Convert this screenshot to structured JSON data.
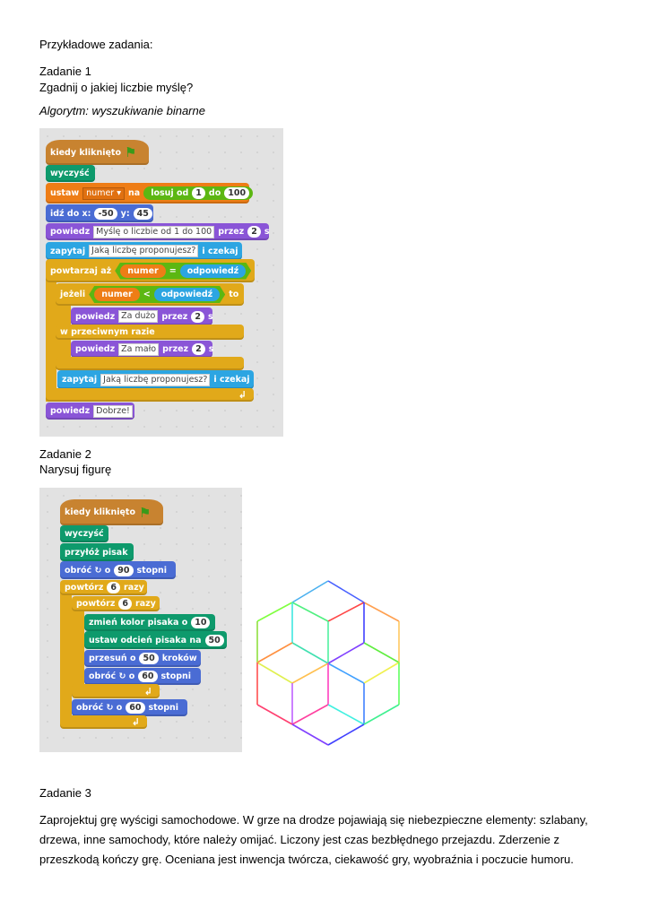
{
  "intro": "Przykładowe zadania:",
  "task1": {
    "title": "Zadanie 1",
    "subtitle": "Zgadnij o jakiej liczbie myślę?",
    "algorithm": "Algorytm: wyszukiwanie binarne",
    "blocks": [
      {
        "cat": "event",
        "parts": [
          {
            "k": "t",
            "v": "kiedy kliknięto"
          },
          {
            "k": "flag",
            "v": "green-flag-icon"
          }
        ]
      },
      {
        "cat": "pen",
        "parts": [
          {
            "k": "t",
            "v": "wyczyść"
          }
        ]
      },
      {
        "cat": "data",
        "parts": [
          {
            "k": "t",
            "v": "ustaw"
          },
          {
            "k": "drop",
            "v": "numer ▾"
          },
          {
            "k": "t",
            "v": "na"
          },
          {
            "k": "op",
            "parts": [
              {
                "k": "t",
                "v": "losuj od"
              },
              {
                "k": "n",
                "v": "1"
              },
              {
                "k": "t",
                "v": "do"
              },
              {
                "k": "n",
                "v": "100"
              }
            ]
          }
        ]
      },
      {
        "cat": "motion",
        "parts": [
          {
            "k": "t",
            "v": "idź do x:"
          },
          {
            "k": "n",
            "v": "-50"
          },
          {
            "k": "t",
            "v": "y:"
          },
          {
            "k": "n",
            "v": "45"
          }
        ]
      },
      {
        "cat": "looks",
        "parts": [
          {
            "k": "t",
            "v": "powiedz"
          },
          {
            "k": "f",
            "v": "Myślę o liczbie od 1 do 100"
          },
          {
            "k": "t",
            "v": "przez"
          },
          {
            "k": "n",
            "v": "2"
          },
          {
            "k": "t",
            "v": "s"
          }
        ]
      },
      {
        "cat": "sensing",
        "parts": [
          {
            "k": "t",
            "v": "zapytaj"
          },
          {
            "k": "f",
            "v": "Jaką liczbę proponujesz?"
          },
          {
            "k": "t",
            "v": "i czekaj"
          }
        ]
      },
      {
        "cat": "control",
        "parts": [
          {
            "k": "t",
            "v": "powtarzaj aż"
          },
          {
            "k": "bool",
            "parts": [
              {
                "k": "rd",
                "v": "numer"
              },
              {
                "k": "t",
                "v": "="
              },
              {
                "k": "rs",
                "v": "odpowiedź"
              }
            ]
          }
        ]
      },
      {
        "cat": "control",
        "parts": [
          {
            "k": "t",
            "v": "jeżeli"
          },
          {
            "k": "bool",
            "parts": [
              {
                "k": "rd",
                "v": "numer"
              },
              {
                "k": "t",
                "v": "<"
              },
              {
                "k": "rs",
                "v": "odpowiedź"
              }
            ]
          },
          {
            "k": "t",
            "v": "to"
          }
        ]
      },
      {
        "cat": "looks",
        "parts": [
          {
            "k": "t",
            "v": "powiedz"
          },
          {
            "k": "f",
            "v": "Za dużo"
          },
          {
            "k": "t",
            "v": "przez"
          },
          {
            "k": "n",
            "v": "2"
          },
          {
            "k": "t",
            "v": "s"
          }
        ]
      },
      {
        "cat": "control",
        "parts": [
          {
            "k": "t",
            "v": "w przeciwnym razie"
          }
        ]
      },
      {
        "cat": "looks",
        "parts": [
          {
            "k": "t",
            "v": "powiedz"
          },
          {
            "k": "f",
            "v": "Za mało"
          },
          {
            "k": "t",
            "v": "przez"
          },
          {
            "k": "n",
            "v": "2"
          },
          {
            "k": "t",
            "v": "s"
          }
        ]
      },
      {
        "cat": "control",
        "parts": []
      },
      {
        "cat": "sensing",
        "parts": [
          {
            "k": "t",
            "v": "zapytaj"
          },
          {
            "k": "f",
            "v": "Jaką liczbę proponujesz?"
          },
          {
            "k": "t",
            "v": "i czekaj"
          }
        ]
      },
      {
        "cat": "control",
        "parts": [
          {
            "k": "arrow",
            "v": "loop-arrow-icon"
          }
        ]
      },
      {
        "cat": "looks",
        "parts": [
          {
            "k": "t",
            "v": "powiedz"
          },
          {
            "k": "f",
            "v": "Dobrze!"
          }
        ]
      }
    ]
  },
  "task2": {
    "title": "Zadanie 2",
    "subtitle": "Narysuj figurę",
    "blocks": [
      {
        "cat": "event",
        "parts": [
          {
            "k": "t",
            "v": "kiedy kliknięto"
          },
          {
            "k": "flag",
            "v": "green-flag-icon"
          }
        ]
      },
      {
        "cat": "pen",
        "parts": [
          {
            "k": "t",
            "v": "wyczyść"
          }
        ]
      },
      {
        "cat": "pen",
        "parts": [
          {
            "k": "t",
            "v": "przyłóż pisak"
          }
        ]
      },
      {
        "cat": "motion",
        "parts": [
          {
            "k": "t",
            "v": "obróć ↻ o"
          },
          {
            "k": "n",
            "v": "90"
          },
          {
            "k": "t",
            "v": "stopni"
          }
        ]
      },
      {
        "cat": "control",
        "parts": [
          {
            "k": "t",
            "v": "powtórz"
          },
          {
            "k": "n",
            "v": "6"
          },
          {
            "k": "t",
            "v": "razy"
          }
        ]
      },
      {
        "cat": "control",
        "parts": [
          {
            "k": "t",
            "v": "powtórz"
          },
          {
            "k": "n",
            "v": "6"
          },
          {
            "k": "t",
            "v": "razy"
          }
        ]
      },
      {
        "cat": "pen",
        "parts": [
          {
            "k": "t",
            "v": "zmień kolor pisaka o"
          },
          {
            "k": "n",
            "v": "10"
          }
        ]
      },
      {
        "cat": "pen",
        "parts": [
          {
            "k": "t",
            "v": "ustaw odcień pisaka na"
          },
          {
            "k": "n",
            "v": "50"
          }
        ]
      },
      {
        "cat": "motion",
        "parts": [
          {
            "k": "t",
            "v": "przesuń o"
          },
          {
            "k": "n",
            "v": "50"
          },
          {
            "k": "t",
            "v": "kroków"
          }
        ]
      },
      {
        "cat": "motion",
        "parts": [
          {
            "k": "t",
            "v": "obróć ↻ o"
          },
          {
            "k": "n",
            "v": "60"
          },
          {
            "k": "t",
            "v": "stopni"
          }
        ]
      },
      {
        "cat": "control",
        "parts": [
          {
            "k": "arrow",
            "v": "loop-arrow-icon"
          }
        ]
      },
      {
        "cat": "motion",
        "parts": [
          {
            "k": "t",
            "v": "obróć ↻ o"
          },
          {
            "k": "n",
            "v": "60"
          },
          {
            "k": "t",
            "v": "stopni"
          }
        ]
      },
      {
        "cat": "control",
        "parts": [
          {
            "k": "arrow",
            "v": "loop-arrow-icon"
          }
        ]
      }
    ],
    "figure_segment_colors": [
      "#4ab0f0",
      "#4860ff",
      "#80ff40",
      "#50f080",
      "#40e8e0",
      "#ff4848",
      "#ffa050",
      "#4040ff",
      "#90e040",
      "#ffc860",
      "#50f0a0",
      "#40e0b0",
      "#ff9040",
      "#8040ff",
      "#60ee40",
      "#e0f050",
      "#ffc050",
      "#40a0ff",
      "#f0f050",
      "#ff5050",
      "#c060ff",
      "#ff40c0",
      "#4080ff",
      "#60ff60",
      "#ff4070",
      "#ff40a0",
      "#40f0e0",
      "#40f090",
      "#8040ff",
      "#4040ff"
    ]
  },
  "task3": {
    "title": "Zadanie 3",
    "text": "Zaprojektuj grę wyścigi samochodowe. W grze na drodze pojawiają się niebezpieczne elementy: szlabany, drzewa, inne samochody, które należy omijać. Liczony jest czas bezbłędnego przejazdu. Zderzenie z przeszkodą kończy grę. Oceniana jest inwencja twórcza, ciekawość gry, wyobraźnia i poczucie humoru."
  },
  "colors": {
    "event": "#c88330",
    "pen": "#0e9a6c",
    "data": "#ee7d16",
    "motion": "#4a6cd4",
    "looks": "#8a55d7",
    "sensing": "#2ca5e2",
    "control": "#e1a91a",
    "operator": "#5cb712"
  }
}
